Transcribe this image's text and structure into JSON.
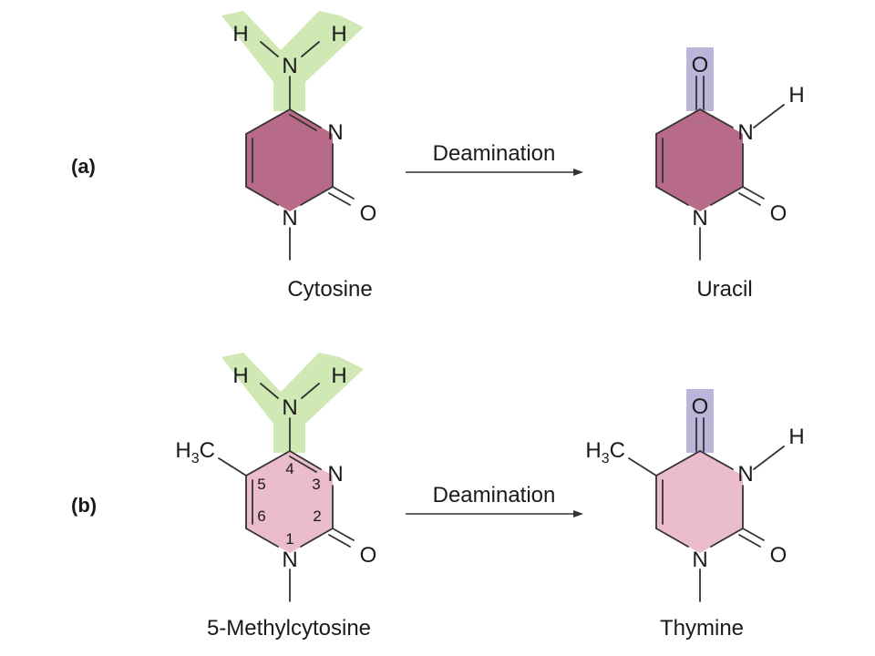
{
  "colors": {
    "amine_highlight": "#cfe8b4",
    "carbonyl_highlight": "#bbb5da",
    "ring_dark": "#b86b88",
    "ring_light": "#ebbccb",
    "bond": "#333333"
  },
  "panels": [
    {
      "label": "(a)",
      "reaction_label": "Deamination",
      "reactant": {
        "name": "Cytosine",
        "atoms": {
          "h_left": "H",
          "h_right": "H",
          "n_amine": "N",
          "n3": "N",
          "n1": "N",
          "o2": "O"
        }
      },
      "product": {
        "name": "Uracil",
        "atoms": {
          "o4": "O",
          "h3": "H",
          "n3": "N",
          "n1": "N",
          "o2": "O"
        }
      }
    },
    {
      "label": "(b)",
      "reaction_label": "Deamination",
      "reactant": {
        "name": "5-Methylcytosine",
        "atoms": {
          "h_left": "H",
          "h_right": "H",
          "n_amine": "N",
          "n3": "N",
          "n1": "N",
          "o2": "O"
        },
        "methyl": {
          "main": "H",
          "sub": "3",
          "tail": "C"
        },
        "ring_numbers": [
          "1",
          "2",
          "3",
          "4",
          "5",
          "6"
        ]
      },
      "product": {
        "name": "Thymine",
        "atoms": {
          "o4": "O",
          "h3": "H",
          "n3": "N",
          "n1": "N",
          "o2": "O"
        },
        "methyl": {
          "main": "H",
          "sub": "3",
          "tail": "C"
        }
      }
    }
  ]
}
